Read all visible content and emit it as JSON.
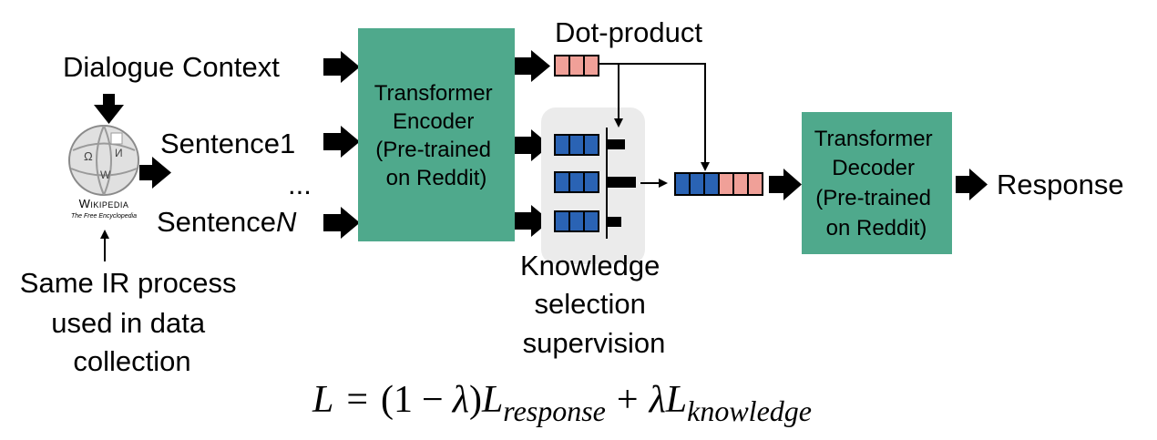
{
  "inputs": {
    "dialogue_context": "Dialogue Context",
    "sentence1": "Sentence1",
    "ellipsis": "...",
    "sentence_n_prefix": "Sentence",
    "sentence_n_suffix": "N"
  },
  "wikipedia": {
    "title": "Wikipedia",
    "tagline": "The Free Encyclopedia"
  },
  "ir_note": [
    "Same IR process",
    "used in data",
    "collection"
  ],
  "encoder": [
    "Transformer",
    "Encoder",
    "(Pre-trained",
    "on Reddit)"
  ],
  "decoder": [
    "Transformer",
    "Decoder",
    "(Pre-trained",
    "on Reddit)"
  ],
  "dot_product": "Dot-product",
  "knowledge_label": [
    "Knowledge",
    "selection",
    "supervision"
  ],
  "output": "Response",
  "formula": {
    "lhs": "L",
    "eq": "=",
    "open": "(1",
    "minus": "−",
    "lambda": "λ",
    "close": ")",
    "L": "L",
    "sub_response": "response",
    "plus": "+",
    "sub_knowledge": "knowledge"
  },
  "colors": {
    "box_green": "#4fa98c",
    "context_pink": "#f0a098",
    "knowledge_blue": "#2a63b4",
    "selection_bg": "#ebebeb"
  }
}
